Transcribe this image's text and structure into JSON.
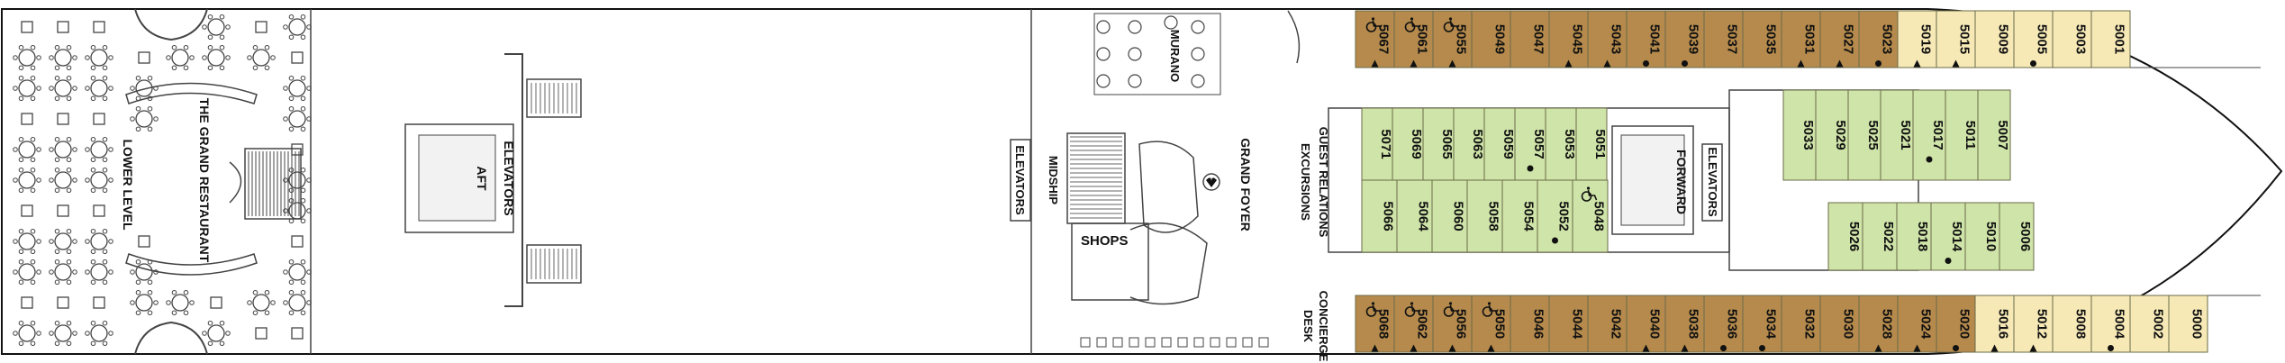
{
  "colors": {
    "hull": "#111111",
    "wall": "#444444",
    "suite_brown": "#b58a4c",
    "suite_green": "#cfe4a8",
    "suite_cream": "#f6e9b6",
    "room_border": "#6b6b4a"
  },
  "labels": {
    "lower_level": "LOWER LEVEL",
    "grand_restaurant": "THE GRAND RESTAURANT",
    "aft_elevators": "ELEVATORS",
    "aft": "AFT",
    "midship_elevators": "ELEVATORS",
    "midship": "MIDSHIP",
    "murano": "MURANO",
    "shops": "SHOPS",
    "grand_foyer": "GRAND FOYER",
    "guest_relations": "GUEST RELATIONS",
    "excursions": "EXCURSIONS",
    "concierge_desk": "CONCIERGE DESK",
    "forward_elevators": "ELEVATORS",
    "forward": "FORWARD"
  },
  "cabins": {
    "top_row": [
      {
        "num": "5067",
        "type": "brown",
        "acc": true,
        "mark": "triangle"
      },
      {
        "num": "5061",
        "type": "brown",
        "acc": true,
        "mark": "triangle"
      },
      {
        "num": "5055",
        "type": "brown",
        "acc": true,
        "mark": "triangle"
      },
      {
        "num": "5049",
        "type": "brown",
        "acc": false,
        "mark": ""
      },
      {
        "num": "5047",
        "type": "brown",
        "acc": false,
        "mark": ""
      },
      {
        "num": "5045",
        "type": "brown",
        "acc": false,
        "mark": "triangle"
      },
      {
        "num": "5043",
        "type": "brown",
        "acc": false,
        "mark": "triangle"
      },
      {
        "num": "5041",
        "type": "brown",
        "acc": false,
        "mark": "dot"
      },
      {
        "num": "5039",
        "type": "brown",
        "acc": false,
        "mark": "dot"
      },
      {
        "num": "5037",
        "type": "brown",
        "acc": false,
        "mark": ""
      },
      {
        "num": "5035",
        "type": "brown",
        "acc": false,
        "mark": ""
      },
      {
        "num": "5031",
        "type": "brown",
        "acc": false,
        "mark": "triangle"
      },
      {
        "num": "5027",
        "type": "brown",
        "acc": false,
        "mark": "triangle"
      },
      {
        "num": "5023",
        "type": "brown",
        "acc": false,
        "mark": "dot"
      },
      {
        "num": "5019",
        "type": "cream",
        "acc": false,
        "mark": "triangle"
      },
      {
        "num": "5015",
        "type": "cream",
        "acc": false,
        "mark": "triangle"
      },
      {
        "num": "5009",
        "type": "cream",
        "acc": false,
        "mark": ""
      },
      {
        "num": "5005",
        "type": "cream",
        "acc": false,
        "mark": "dot"
      },
      {
        "num": "5003",
        "type": "cream",
        "acc": false,
        "mark": ""
      },
      {
        "num": "5001",
        "type": "cream",
        "acc": false,
        "mark": ""
      }
    ],
    "bottom_row": [
      {
        "num": "5068",
        "type": "brown",
        "acc": true,
        "mark": "triangle"
      },
      {
        "num": "5062",
        "type": "brown",
        "acc": true,
        "mark": "triangle"
      },
      {
        "num": "5056",
        "type": "brown",
        "acc": true,
        "mark": "triangle"
      },
      {
        "num": "5050",
        "type": "brown",
        "acc": true,
        "mark": "triangle"
      },
      {
        "num": "5046",
        "type": "brown",
        "acc": false,
        "mark": ""
      },
      {
        "num": "5044",
        "type": "brown",
        "acc": false,
        "mark": ""
      },
      {
        "num": "5042",
        "type": "brown",
        "acc": false,
        "mark": ""
      },
      {
        "num": "5040",
        "type": "brown",
        "acc": false,
        "mark": "triangle"
      },
      {
        "num": "5038",
        "type": "brown",
        "acc": false,
        "mark": "triangle"
      },
      {
        "num": "5036",
        "type": "brown",
        "acc": false,
        "mark": "dot"
      },
      {
        "num": "5034",
        "type": "brown",
        "acc": false,
        "mark": "dot"
      },
      {
        "num": "5032",
        "type": "brown",
        "acc": false,
        "mark": ""
      },
      {
        "num": "5030",
        "type": "brown",
        "acc": false,
        "mark": ""
      },
      {
        "num": "5028",
        "type": "brown",
        "acc": false,
        "mark": "triangle"
      },
      {
        "num": "5024",
        "type": "brown",
        "acc": false,
        "mark": "triangle"
      },
      {
        "num": "5020",
        "type": "brown",
        "acc": false,
        "mark": "dot"
      },
      {
        "num": "5016",
        "type": "cream",
        "acc": false,
        "mark": "triangle"
      },
      {
        "num": "5012",
        "type": "cream",
        "acc": false,
        "mark": "triangle"
      },
      {
        "num": "5008",
        "type": "cream",
        "acc": false,
        "mark": ""
      },
      {
        "num": "5004",
        "type": "cream",
        "acc": false,
        "mark": "dot"
      },
      {
        "num": "5002",
        "type": "cream",
        "acc": false,
        "mark": ""
      },
      {
        "num": "5000",
        "type": "cream",
        "acc": false,
        "mark": ""
      }
    ],
    "mid_left_top": [
      {
        "num": "5071",
        "type": "green",
        "acc": false,
        "mark": ""
      },
      {
        "num": "5069",
        "type": "green",
        "acc": false,
        "mark": ""
      },
      {
        "num": "5065",
        "type": "green",
        "acc": false,
        "mark": ""
      },
      {
        "num": "5063",
        "type": "green",
        "acc": false,
        "mark": ""
      },
      {
        "num": "5059",
        "type": "green",
        "acc": false,
        "mark": ""
      },
      {
        "num": "5057",
        "type": "green",
        "acc": false,
        "mark": "dot"
      },
      {
        "num": "5053",
        "type": "green",
        "acc": false,
        "mark": ""
      },
      {
        "num": "5051",
        "type": "green",
        "acc": false,
        "mark": ""
      }
    ],
    "mid_left_bottom": [
      {
        "num": "5066",
        "type": "green",
        "acc": false,
        "mark": ""
      },
      {
        "num": "5064",
        "type": "green",
        "acc": false,
        "mark": ""
      },
      {
        "num": "5060",
        "type": "green",
        "acc": false,
        "mark": ""
      },
      {
        "num": "5058",
        "type": "green",
        "acc": false,
        "mark": ""
      },
      {
        "num": "5054",
        "type": "green",
        "acc": false,
        "mark": ""
      },
      {
        "num": "5052",
        "type": "green",
        "acc": false,
        "mark": "dot"
      },
      {
        "num": "5048",
        "type": "green",
        "acc": true,
        "mark": ""
      }
    ],
    "mid_right_top": [
      {
        "num": "5033",
        "type": "green",
        "acc": false,
        "mark": ""
      },
      {
        "num": "5029",
        "type": "green",
        "acc": false,
        "mark": ""
      },
      {
        "num": "5025",
        "type": "green",
        "acc": false,
        "mark": ""
      },
      {
        "num": "5021",
        "type": "green",
        "acc": false,
        "mark": ""
      },
      {
        "num": "5017",
        "type": "green",
        "acc": false,
        "mark": "dot"
      },
      {
        "num": "5011",
        "type": "green",
        "acc": false,
        "mark": ""
      },
      {
        "num": "5007",
        "type": "green",
        "acc": false,
        "mark": ""
      }
    ],
    "mid_right_bottom": [
      {
        "num": "5026",
        "type": "green",
        "acc": false,
        "mark": ""
      },
      {
        "num": "5022",
        "type": "green",
        "acc": false,
        "mark": ""
      },
      {
        "num": "5018",
        "type": "green",
        "acc": false,
        "mark": ""
      },
      {
        "num": "5014",
        "type": "green",
        "acc": false,
        "mark": "dot"
      },
      {
        "num": "5010",
        "type": "green",
        "acc": false,
        "mark": ""
      },
      {
        "num": "5006",
        "type": "green",
        "acc": false,
        "mark": ""
      }
    ]
  }
}
